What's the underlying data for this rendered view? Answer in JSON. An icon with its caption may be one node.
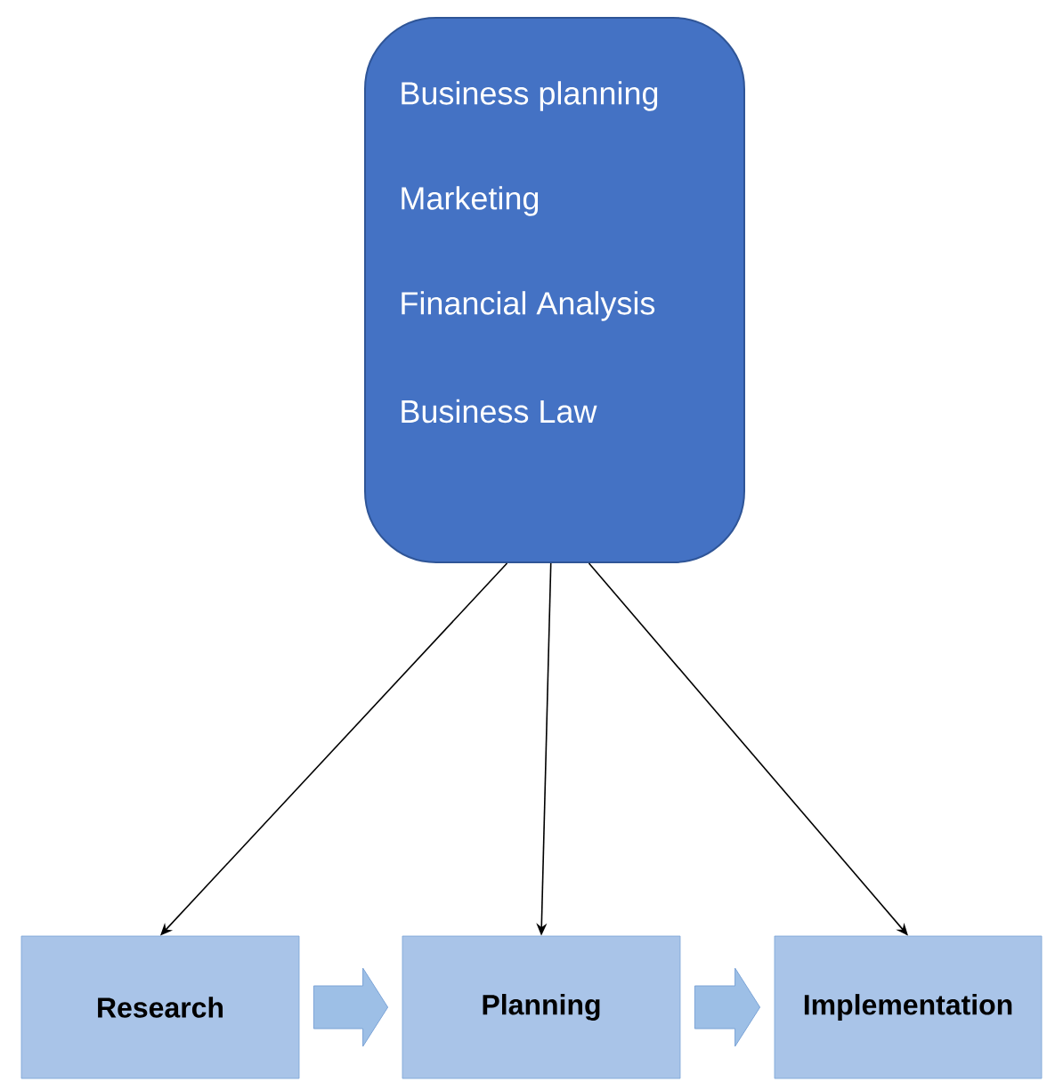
{
  "diagram": {
    "nodes": [
      {
        "text": [
          "Business planning",
          "Marketing",
          "Financial Analysis",
          "Business Law"
        ]
      },
      {
        "text": [
          "Research"
        ]
      },
      {
        "text": [
          "Planning"
        ]
      },
      {
        "text": [
          "Implementation"
        ]
      }
    ],
    "edges": [
      {
        "from": 0,
        "to": 1,
        "arrow": "to"
      },
      {
        "from": 0,
        "to": 2,
        "arrow": "to"
      },
      {
        "from": 0,
        "to": 3,
        "arrow": "to"
      },
      {
        "from": 1,
        "to": 2,
        "arrow": "to",
        "style": "thick"
      },
      {
        "from": 2,
        "to": 3,
        "arrow": "to",
        "style": "thick"
      }
    ]
  }
}
